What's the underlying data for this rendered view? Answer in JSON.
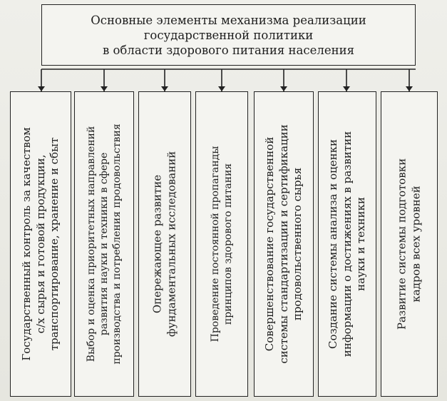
{
  "title": "Основные элементы механизма реализации государственной политики в области здорового питания населения",
  "title_lines": [
    "Основные элементы механизма реализации",
    "государственной политики",
    "в области здорового питания населения"
  ],
  "elements": [
    {
      "lines": [
        "Государственный контроль за качеством",
        "с/х сырья и готовой продукции,",
        "транспортирование, хранение и сбыт"
      ]
    },
    {
      "lines": [
        "Выбор и оценка приоритетных направлений",
        "развития науки и техники в сфере",
        "производства и потребления продовольствия"
      ]
    },
    {
      "lines": [
        "Опережающее развитие",
        "фундаментальных исследований"
      ]
    },
    {
      "lines": [
        "Проведение постоянной пропаганды",
        "принципов здорового питания"
      ]
    },
    {
      "lines": [
        "Совершенствование государственной",
        "системы стандартизации и сертификации",
        "продовольственного сырья"
      ]
    },
    {
      "lines": [
        "Создание системы анализа и оценки",
        "информации о достижениях в развитии",
        "науки и техники"
      ]
    },
    {
      "lines": [
        "Развитие системы подготовки",
        "кадров всех уровней"
      ]
    }
  ]
}
